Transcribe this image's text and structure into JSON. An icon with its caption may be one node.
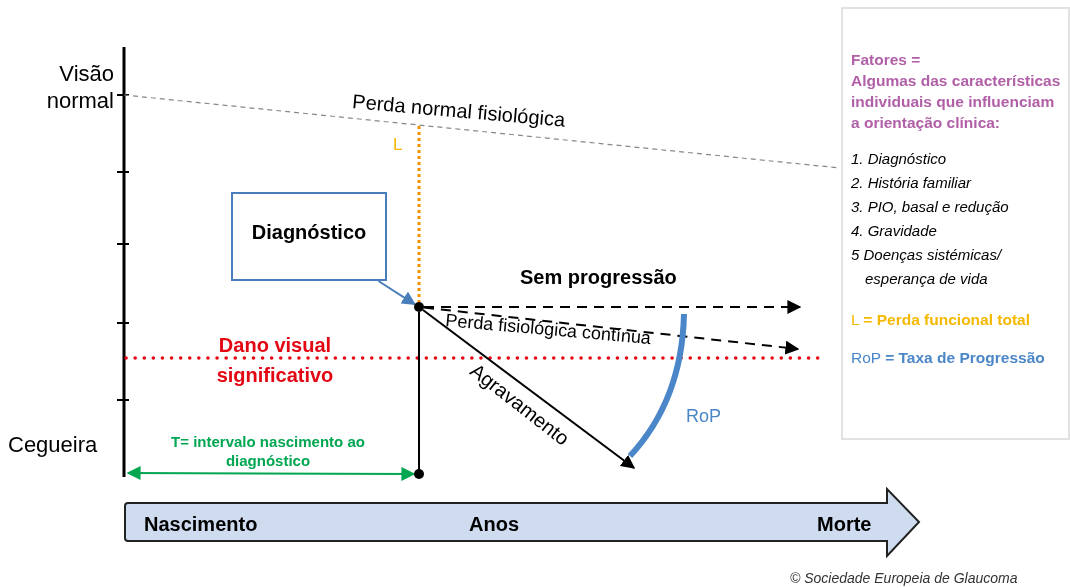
{
  "diagram": {
    "nodes": [
      {
        "text": [
          "Diagnóstico"
        ]
      },
      {
        "text": [],
        "shape": "circle"
      },
      {
        "text": [],
        "shape": "circle"
      },
      {
        "text": [
          "Nascimento",
          "Anos",
          "Morte"
        ]
      },
      {
        "text": [
          "Fatores =",
          "Algumas das características individuais que influenciam a orientação clínica:",
          "1. Diagnóstico",
          "2. História familiar",
          "3. PIO, basal e redução",
          "4. Gravidade",
          "5 Doenças sistémicas/ esperança de vida",
          "L **= Perda funcional total**",
          "RoP **= Taxa de Progressão**"
        ]
      },
      {
        "text": [],
        "shape": "arc",
        "beside": [
          "RoP"
        ]
      }
    ],
    "edges": [
      {
        "from": 0,
        "to": 1,
        "arrow": "to",
        "color": "#4a7ebb"
      },
      {
        "from": 1,
        "to": null,
        "arrow": "to",
        "style": "dashed",
        "label": "Sem progressão"
      },
      {
        "from": 1,
        "to": null,
        "arrow": "to",
        "style": "dashed",
        "label": "Perda fisiológica contínua"
      },
      {
        "from": 1,
        "to": 5,
        "arrow": "to",
        "label": "Agravamento"
      },
      {
        "from": 1,
        "to": 2,
        "arrow": "none"
      },
      {
        "from": null,
        "to": 2,
        "arrow": "both",
        "color": "#00a650",
        "label": "T= intervalo nascimento ao diagnóstico"
      }
    ],
    "labels": [
      "Visão normal",
      "Perda normal fisiológica",
      "L",
      "Dano visual significativo",
      "Cegueira",
      "© Sociedade Europeia de Glaucoma"
    ]
  }
}
